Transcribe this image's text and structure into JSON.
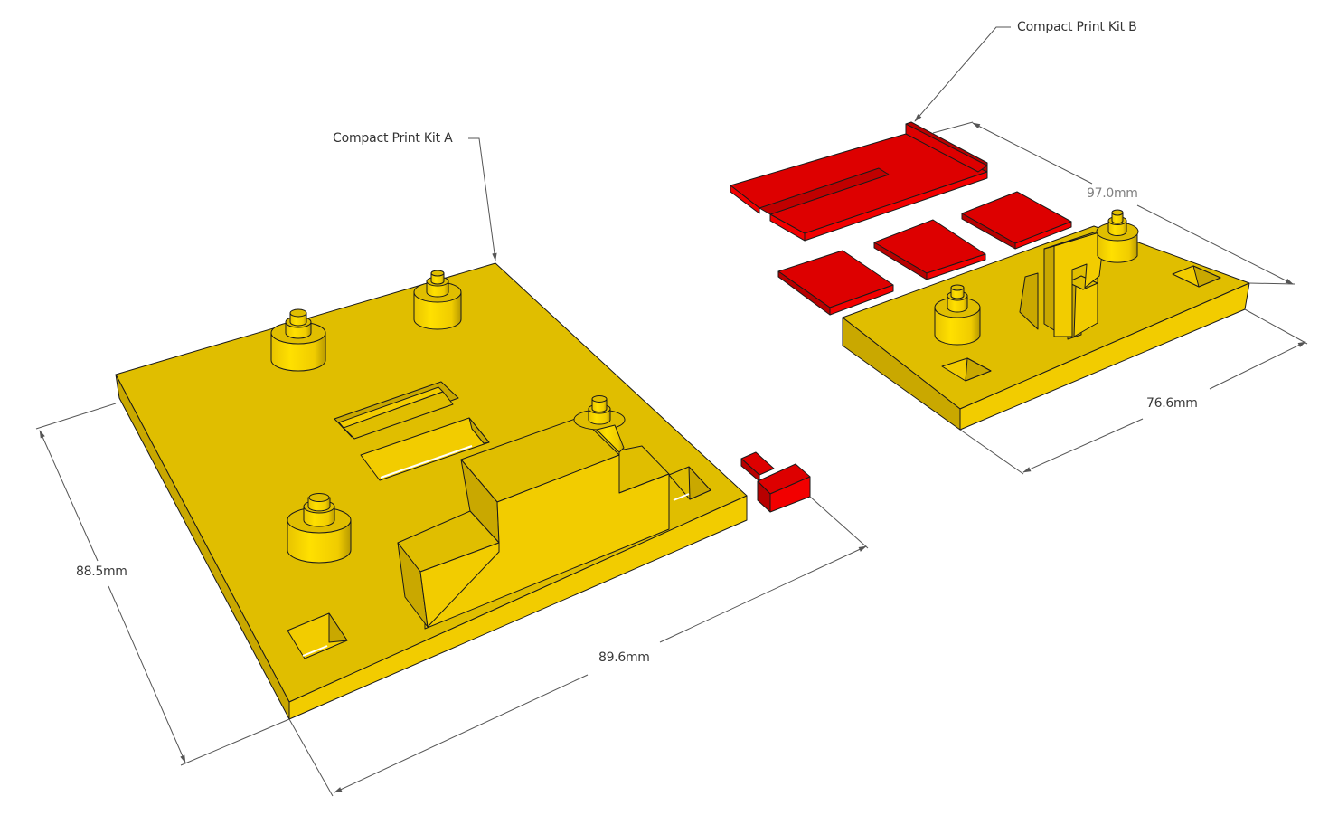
{
  "scene": {
    "background": "#ffffff",
    "colors": {
      "yellow_top": "#e0be00",
      "yellow_front": "#f2cc00",
      "yellow_side": "#c9a800",
      "yellow_bright": "#ffdf00",
      "red_top": "#dd0000",
      "red_front": "#f20000",
      "red_side": "#b80000",
      "edge": "#1a1a1a",
      "dimension_line": "#555555"
    }
  },
  "labels": {
    "kit_a": "Compact Print Kit A",
    "kit_b": "Compact Print Kit B"
  },
  "dimensions": {
    "kit_a_depth": "88.5mm",
    "kit_a_width": "89.6mm",
    "kit_b_depth": "97.0mm",
    "kit_b_width": "76.6mm"
  },
  "objects": {
    "kit_a": {
      "name": "Compact Print Kit A base plate",
      "features": [
        "4 stepped cylindrical pegs",
        "2 rectangular slots",
        "stepped raised block",
        "2 square pockets"
      ]
    },
    "kit_a_part": {
      "name": "Red T-shaped clip"
    },
    "kit_b": {
      "name": "Compact Print Kit B base plate",
      "features": [
        "2 stepped cylindrical pegs",
        "U-shaped vertical bracket",
        "2 square pockets"
      ]
    },
    "kit_b_parts": [
      {
        "name": "Red slotted plate with lip"
      },
      {
        "name": "Red square tile 1"
      },
      {
        "name": "Red square tile 2"
      },
      {
        "name": "Red square tile 3"
      }
    ]
  }
}
